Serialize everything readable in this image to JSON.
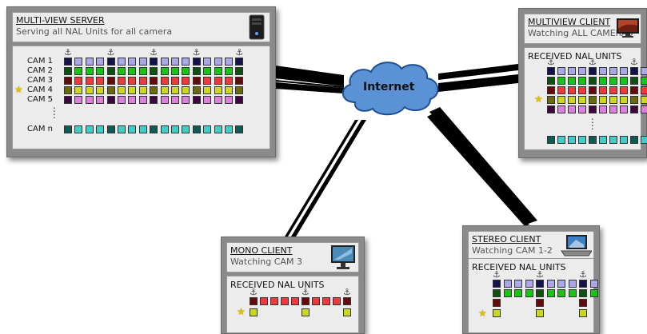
{
  "internet": {
    "label": "Internet"
  },
  "colors": {
    "blue": {
      "light": "#a9a7e6",
      "dark": "#12124e"
    },
    "green": {
      "light": "#19c419",
      "dark": "#0f5112"
    },
    "red": {
      "light": "#ee3a3a",
      "dark": "#650b0b"
    },
    "yellow": {
      "light": "#ccd71e",
      "dark": "#6b6a0a"
    },
    "pink": {
      "light": "#dd80dd",
      "dark": "#3e053e"
    },
    "teal": {
      "light": "#3fcfc8",
      "dark": "#0e5a55"
    },
    "star": "#e2c200"
  },
  "server": {
    "title": "MULTI-VIEW SERVER",
    "subtitle": "Serving all NAL Units for all camera",
    "device_icon": "server-tower-icon",
    "cams": [
      {
        "label": "CAM 1",
        "color": "blue",
        "star": false
      },
      {
        "label": "CAM 2",
        "color": "green",
        "star": false
      },
      {
        "label": "CAM 3",
        "color": "red",
        "star": false
      },
      {
        "label": "CAM 4",
        "color": "yellow",
        "star": true
      },
      {
        "label": "CAM 5",
        "color": "pink",
        "star": false
      },
      {
        "label": "CAM n",
        "color": "teal",
        "star": false
      }
    ],
    "ellipsis": ":"
  },
  "multiview_client": {
    "title": "MULTIVIEW CLIENT",
    "subtitle": "Watching ALL CAMERAS",
    "device_icon": "monitor-icon",
    "received_label": "RECEIVED NAL UNITS",
    "rows": [
      "blue",
      "green",
      "red",
      "yellow",
      "pink",
      "teal"
    ],
    "star_row": "yellow",
    "ellipsis": ":"
  },
  "mono_client": {
    "title": "MONO CLIENT",
    "subtitle": "Watching CAM 3",
    "device_icon": "monitor-icon",
    "received_label": "RECEIVED NAL UNITS",
    "rows": [
      "red",
      "yellow"
    ],
    "star_row": "yellow"
  },
  "stereo_client": {
    "title": "STEREO CLIENT",
    "subtitle": "Watching CAM 1-2",
    "device_icon": "laptop-icon",
    "received_label": "RECEIVED NAL UNITS",
    "rows": [
      "blue",
      "green",
      "red",
      "yellow"
    ],
    "star_row": "yellow"
  }
}
